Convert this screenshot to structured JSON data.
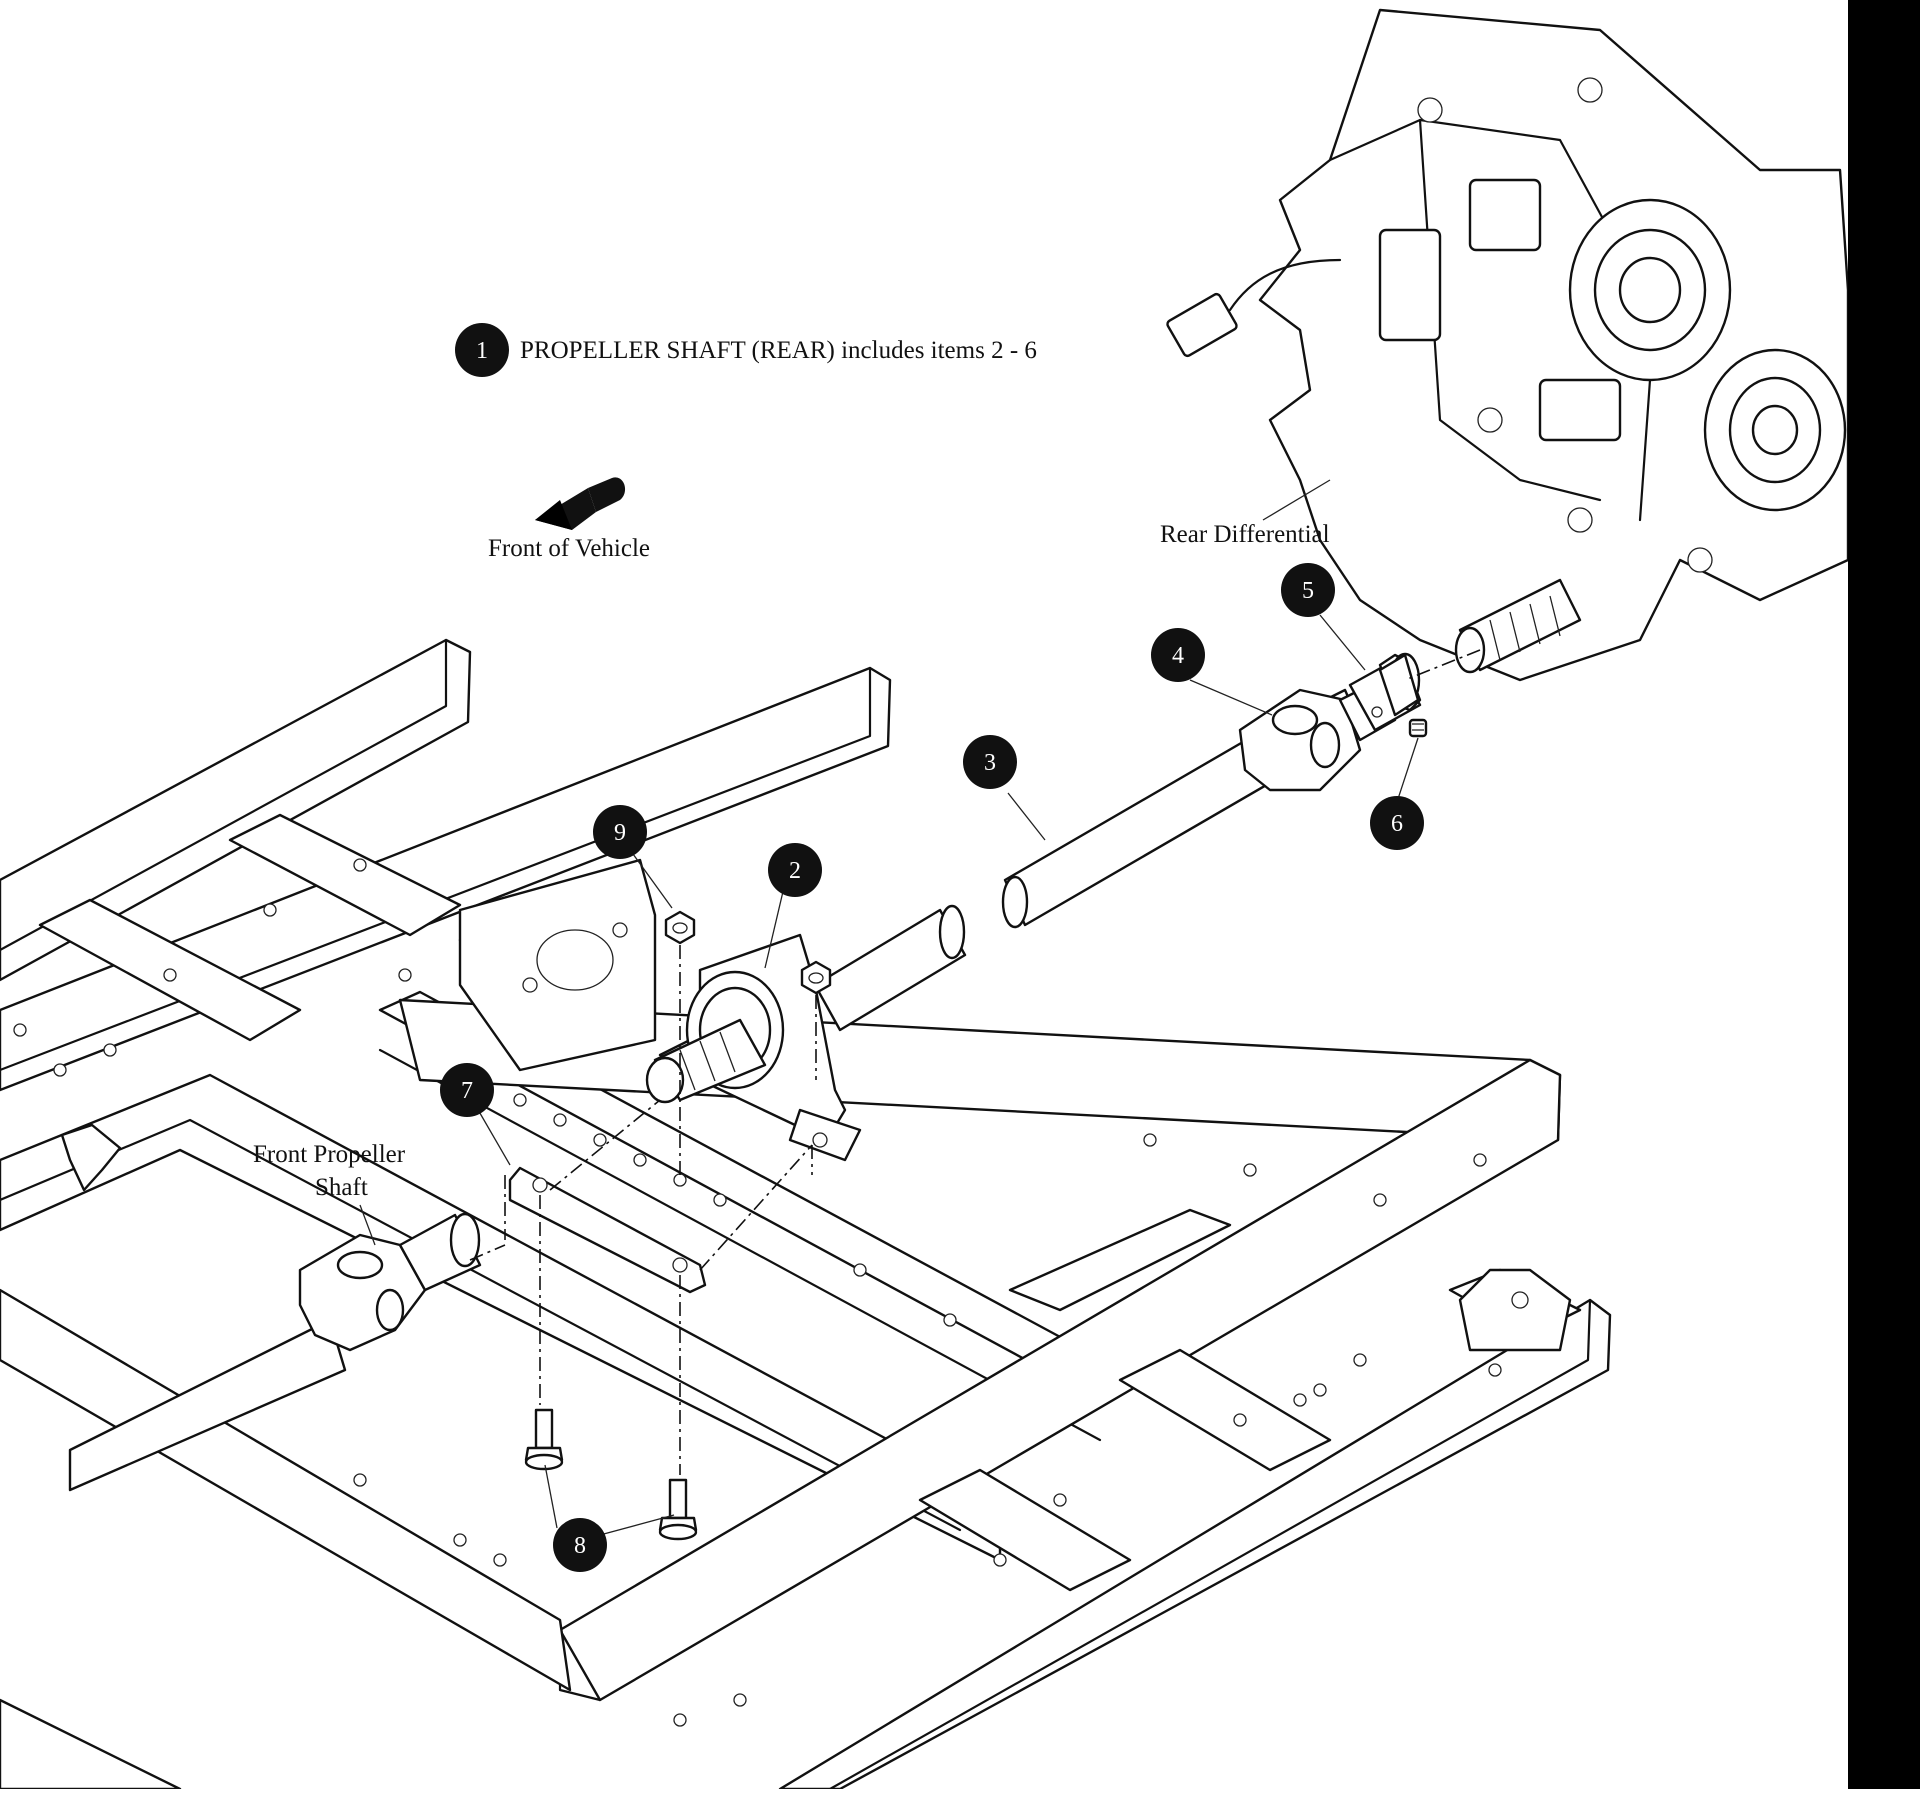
{
  "diagram": {
    "callouts": [
      {
        "num": "1"
      },
      {
        "num": "2"
      },
      {
        "num": "3"
      },
      {
        "num": "4"
      },
      {
        "num": "5"
      },
      {
        "num": "6"
      },
      {
        "num": "7"
      },
      {
        "num": "8"
      },
      {
        "num": "9"
      }
    ],
    "title_note": "PROPELLER SHAFT (REAR) includes items 2 - 6",
    "labels": {
      "front_of_vehicle": "Front of Vehicle",
      "rear_differential": "Rear Differential",
      "front_propeller_line1": "Front Propeller",
      "front_propeller_line2": "Shaft"
    },
    "colors": {
      "ink": "#111111",
      "paper": "#ffffff",
      "band": "#000000"
    },
    "icons": [
      "front-direction-arrow-icon"
    ]
  }
}
